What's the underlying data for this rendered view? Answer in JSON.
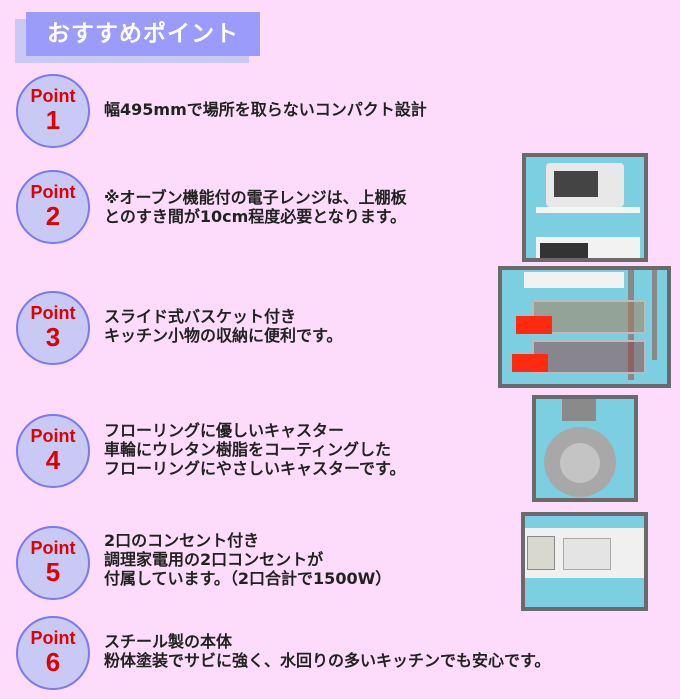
{
  "header": {
    "title": "おすすめポイント"
  },
  "points": [
    {
      "label": "Point",
      "number": "1",
      "lines": [
        "幅495mmで場所を取らないコンパクト設計"
      ]
    },
    {
      "label": "Point",
      "number": "2",
      "lines": [
        "※オーブン機能付の電子レンジは、上棚板",
        "とのすき間が10cm程度必要となります。"
      ]
    },
    {
      "label": "Point",
      "number": "3",
      "lines": [
        "スライド式バスケット付き",
        "キッチン小物の収納に便利です。"
      ]
    },
    {
      "label": "Point",
      "number": "4",
      "lines": [
        "フローリングに優しいキャスター",
        "車輪にウレタン樹脂をコーティングした",
        "フローリングにやさしいキャスターです。"
      ]
    },
    {
      "label": "Point",
      "number": "5",
      "lines": [
        "2口のコンセント付き",
        "調理家電用の2口コンセントが",
        "付属しています。（2口合計で1500W）"
      ]
    },
    {
      "label": "Point",
      "number": "6",
      "lines": [
        "スチール製の本体",
        "粉体塗装でサビに強く、水回りの多いキッチンでも安心です。"
      ]
    }
  ],
  "colors": {
    "background": "#fcdcfa",
    "title_bg": "#9b9bfb",
    "badge_text": "#e00000",
    "photo_bg": "#7ccfe0"
  }
}
